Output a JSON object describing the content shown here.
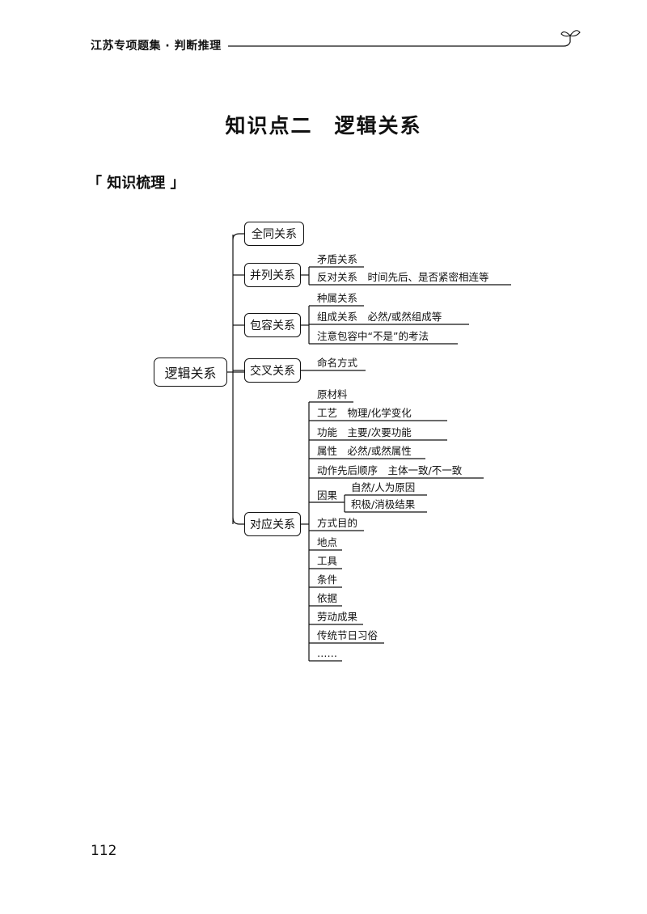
{
  "header": {
    "title": "江苏专项题集 · 判断推理"
  },
  "page_title": "知识点二　逻辑关系",
  "section_title": "「 知识梳理 」",
  "mindmap": {
    "root": "逻辑关系",
    "branches": {
      "quantong": "全同关系",
      "binglie": "并列关系",
      "baorong": "包容关系",
      "jiaocha": "交叉关系",
      "duiying": "对应关系"
    },
    "leaves": {
      "maodun": "矛盾关系",
      "fandui": "反对关系　时间先后、是否紧密相连等",
      "zhongshu": "种属关系",
      "zucheng": "组成关系　必然/或然组成等",
      "buShi": "注意包容中“不是”的考法",
      "mingming": "命名方式",
      "yuancailiao": "原材料",
      "gongyi": "工艺　物理/化学变化",
      "gongneng": "功能　主要/次要功能",
      "shuxing": "属性　必然/或然属性",
      "dongzuo": "动作先后顺序　主体一致/不一致",
      "yinguo": "因果",
      "ziran": "自然/人为原因",
      "jiji": "积极/消极结果",
      "fangshi": "方式目的",
      "didian": "地点",
      "gongju": "工具",
      "tiaojian": "条件",
      "yiju": "依据",
      "laodong": "劳动成果",
      "chuantong": "传统节日习俗",
      "ellipsis": "……"
    }
  },
  "page_number": "112"
}
